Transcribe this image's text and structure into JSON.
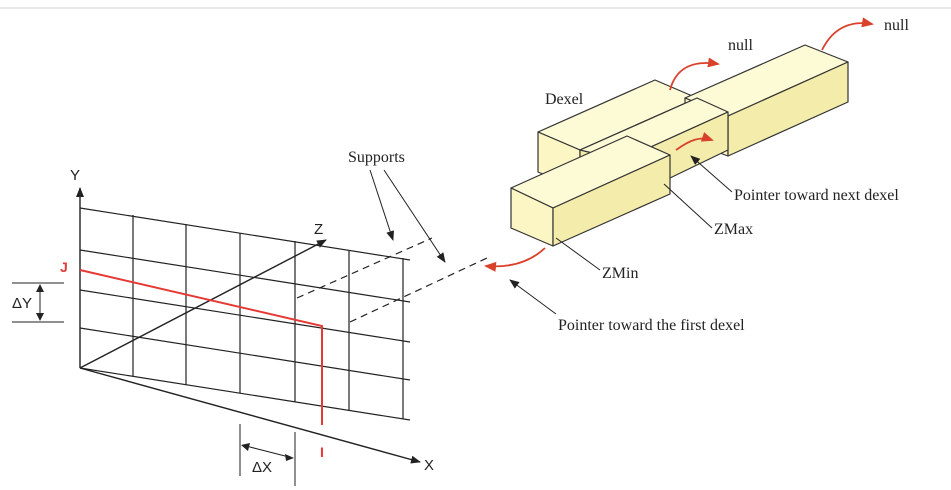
{
  "labels": {
    "axis_y": "Y",
    "axis_z": "Z",
    "axis_x": "X",
    "delta_y": "ΔY",
    "delta_x": "ΔX",
    "index_j": "J",
    "index_i": "I",
    "supports": "Supports",
    "dexel": "Dexel",
    "null_1": "null",
    "null_2": "null",
    "pointer_next": "Pointer toward next dexel",
    "zmax": "ZMax",
    "zmin": "ZMin",
    "pointer_first": "Pointer toward the first dexel"
  },
  "colors": {
    "grid_line": "#222222",
    "path_red": "#e53935",
    "box_fill_front": "#fbf6c4",
    "box_fill_top": "#fdfad6",
    "box_fill_side": "#f3ecaa",
    "box_stroke": "#333333",
    "arrow_red": "#d9412b",
    "separator": "#d0d0d0"
  }
}
